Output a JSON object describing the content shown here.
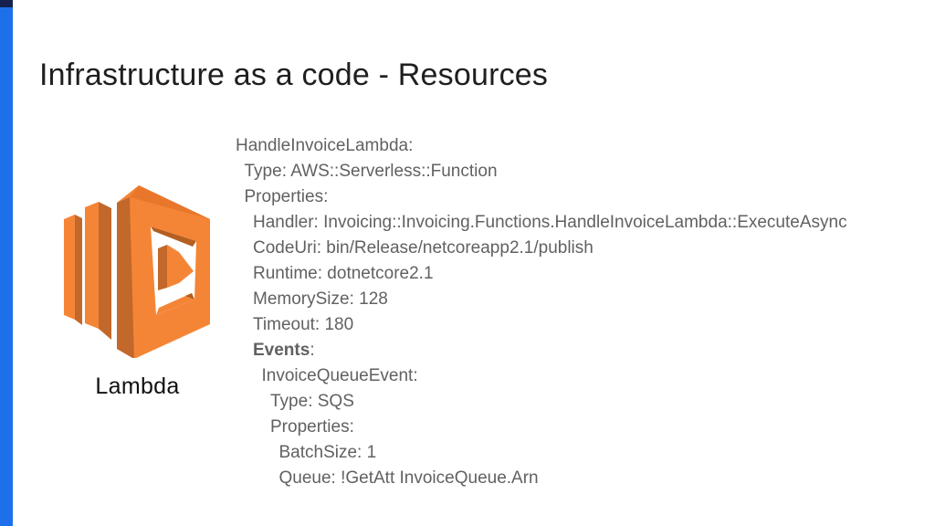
{
  "slide": {
    "title": "Infrastructure as a code - Resources"
  },
  "colors": {
    "accent_bar": "#1E70EA",
    "accent_bar_cap": "#16214F",
    "title_text": "#1F1F1F",
    "code_text": "#616161",
    "label_text": "#111111",
    "lambda_light": "#F58536",
    "lambda_dark": "#C2682B",
    "lambda_top": "#E8772B",
    "lambda_bevel_dark": "#B55E22",
    "lambda_hole": "#FFFFFF"
  },
  "lambda": {
    "label": "Lambda",
    "icon": "aws-lambda-icon"
  },
  "code": {
    "language": "yaml",
    "lines": [
      {
        "indent": 0,
        "parts": [
          {
            "t": "HandleInvoiceLambda:"
          }
        ]
      },
      {
        "indent": 1,
        "parts": [
          {
            "t": "Type: AWS::Serverless::Function"
          }
        ]
      },
      {
        "indent": 1,
        "parts": [
          {
            "t": "Properties:"
          }
        ]
      },
      {
        "indent": 2,
        "parts": [
          {
            "t": "Handler: Invoicing::Invoicing.Functions.HandleInvoiceLambda::ExecuteAsync"
          }
        ]
      },
      {
        "indent": 2,
        "parts": [
          {
            "t": "CodeUri: bin/Release/netcoreapp2.1/publish"
          }
        ]
      },
      {
        "indent": 2,
        "parts": [
          {
            "t": "Runtime: dotnetcore2.1"
          }
        ]
      },
      {
        "indent": 2,
        "parts": [
          {
            "t": "MemorySize: 128"
          }
        ]
      },
      {
        "indent": 2,
        "parts": [
          {
            "t": "Timeout: 180"
          }
        ]
      },
      {
        "indent": 2,
        "parts": [
          {
            "t": "Events",
            "b": true
          },
          {
            "t": ":"
          }
        ]
      },
      {
        "indent": 3,
        "parts": [
          {
            "t": "InvoiceQueueEvent:"
          }
        ]
      },
      {
        "indent": 4,
        "parts": [
          {
            "t": "Type: SQS"
          }
        ]
      },
      {
        "indent": 4,
        "parts": [
          {
            "t": "Properties:"
          }
        ]
      },
      {
        "indent": 5,
        "parts": [
          {
            "t": "BatchSize: 1"
          }
        ]
      },
      {
        "indent": 5,
        "parts": [
          {
            "t": "Queue: !GetAtt InvoiceQueue.Arn"
          }
        ]
      }
    ]
  }
}
